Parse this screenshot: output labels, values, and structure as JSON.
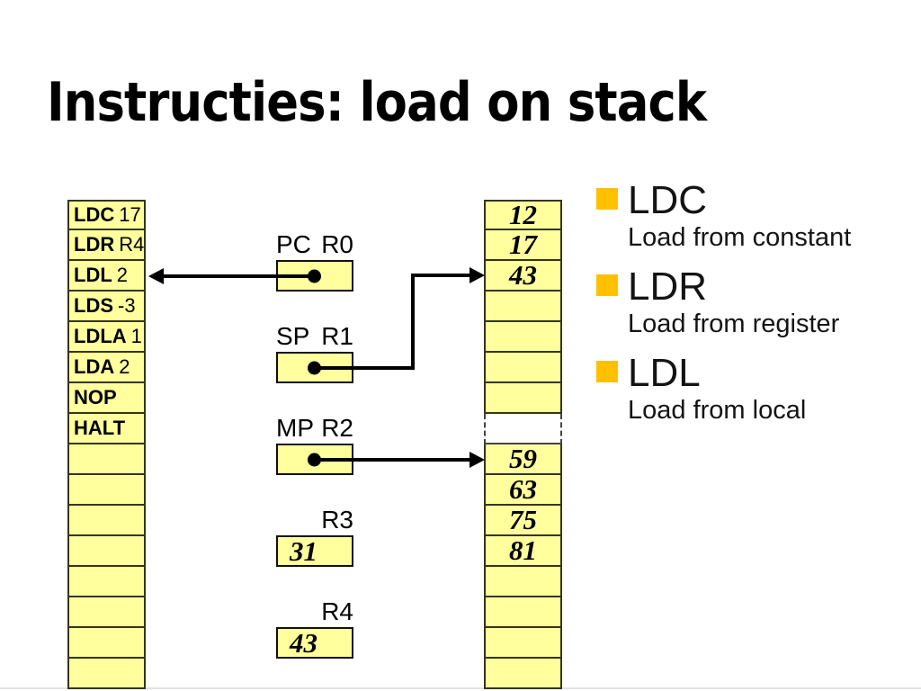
{
  "slide": {
    "title": "Instructies: load on stack"
  },
  "program_memory": {
    "rows": [
      {
        "op": "LDC",
        "arg": "17"
      },
      {
        "op": "LDR",
        "arg": "R4"
      },
      {
        "op": "LDL",
        "arg": "2"
      },
      {
        "op": "LDS",
        "arg": "-3"
      },
      {
        "op": "LDLA",
        "arg": "1"
      },
      {
        "op": "LDA",
        "arg": "2"
      },
      {
        "op": "NOP",
        "arg": ""
      },
      {
        "op": "HALT",
        "arg": ""
      },
      {},
      {},
      {},
      {},
      {},
      {},
      {},
      {}
    ]
  },
  "stack_memory": {
    "rows": [
      {
        "value": "12"
      },
      {
        "value": "17"
      },
      {
        "value": "43"
      },
      {},
      {},
      {},
      {},
      {
        "gap": true
      },
      {
        "value": "59"
      },
      {
        "value": "63"
      },
      {
        "value": "75"
      },
      {
        "value": "81"
      },
      {},
      {},
      {},
      {}
    ]
  },
  "registers": [
    {
      "name": "PC",
      "reg": "R0",
      "value": ""
    },
    {
      "name": "SP",
      "reg": "R1",
      "value": ""
    },
    {
      "name": "MP",
      "reg": "R2",
      "value": ""
    },
    {
      "name": "",
      "reg": "R3",
      "value": "31"
    },
    {
      "name": "",
      "reg": "R4",
      "value": "43"
    }
  ],
  "legend": [
    {
      "term": "LDC",
      "description": "Load from constant"
    },
    {
      "term": "LDR",
      "description": "Load from register"
    },
    {
      "term": "LDL",
      "description": "Load from local"
    }
  ],
  "colors": {
    "cell_fill": "#ffff9e",
    "legend_bullet": "#ffc000",
    "arrow": "#000000",
    "cell_border": "#35351a"
  }
}
